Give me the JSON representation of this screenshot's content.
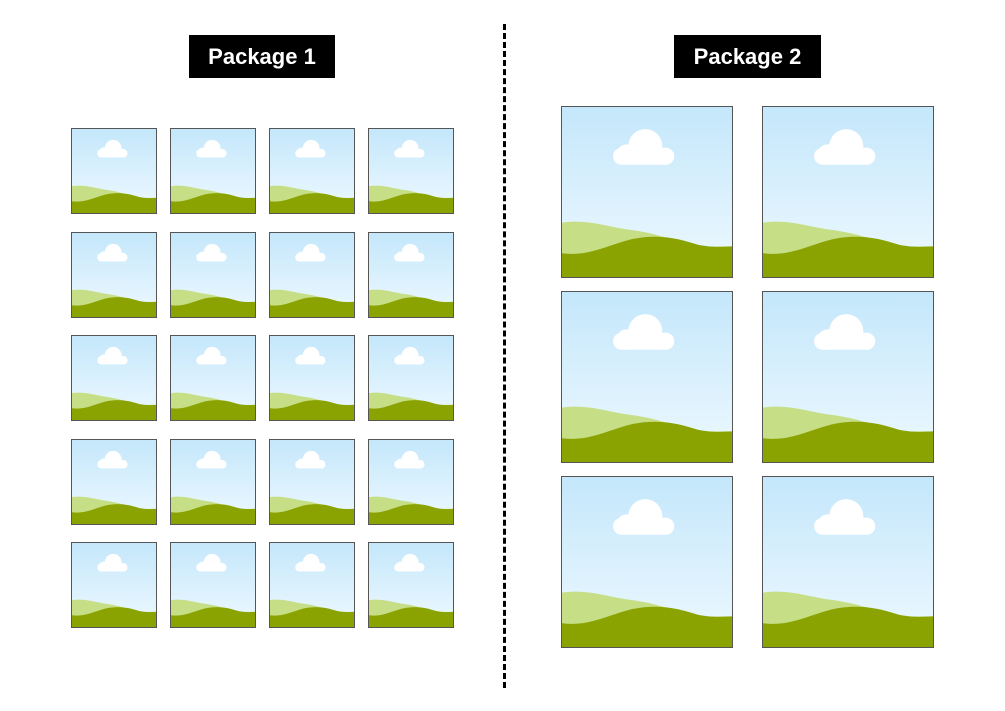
{
  "packages": [
    {
      "label": "Package 1",
      "rows": 5,
      "cols": 4,
      "photo_count": 20
    },
    {
      "label": "Package 2",
      "rows": 3,
      "cols": 2,
      "photo_count": 6
    }
  ],
  "photo_icon": "landscape-photo-icon",
  "colors": {
    "label_bg": "#000000",
    "label_text": "#ffffff",
    "sky_top": "#c4e7fb",
    "sky_bottom": "#eef9ff",
    "cloud": "#ffffff",
    "hill_light": "#c6de86",
    "hill_dark": "#8aa300",
    "frame": "#555555"
  }
}
